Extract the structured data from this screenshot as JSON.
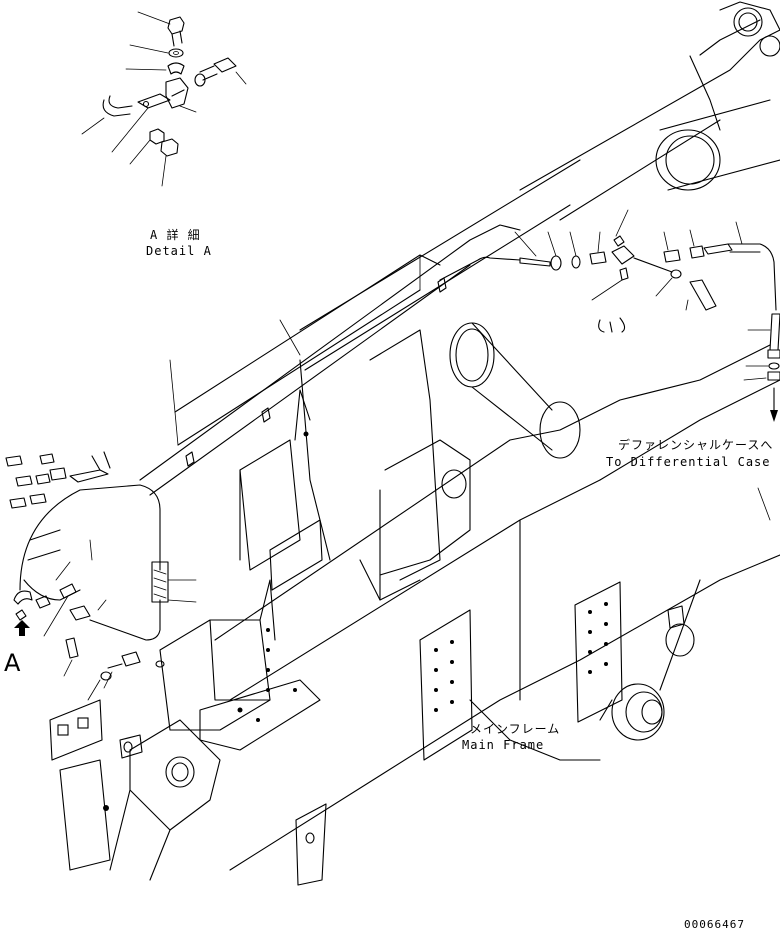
{
  "labels": {
    "detail_a_jp": "A 詳 細",
    "detail_a_en": "Detail A",
    "to_diff_jp": "デファレンシャルケースへ",
    "to_diff_en": "To Differential Case",
    "main_frame_jp": "メインフレーム",
    "main_frame_en": "Main Frame",
    "view_marker": "A",
    "drawing_number": "00066467"
  }
}
